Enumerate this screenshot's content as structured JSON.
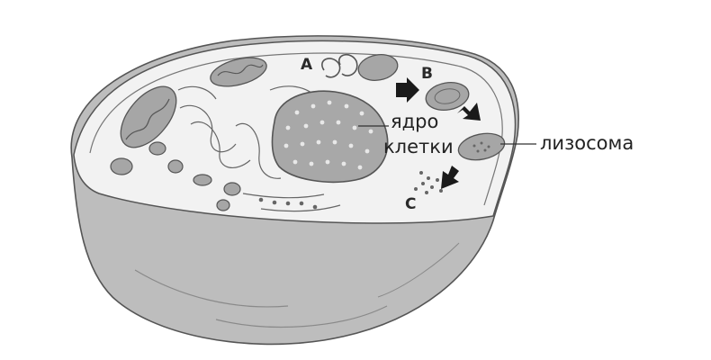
{
  "diagram": {
    "labels": {
      "step_a": "A",
      "step_b": "B",
      "step_c": "C",
      "nucleus_line1": "ядро",
      "nucleus_line2": "клетки",
      "lysosome": "лизосома"
    },
    "colors": {
      "cell_fill": "#bdbdbd",
      "cytoplasm": "#f2f2f2",
      "organelle": "#a6a6a6",
      "outline": "#555555",
      "arrow": "#1a1a1a"
    }
  }
}
